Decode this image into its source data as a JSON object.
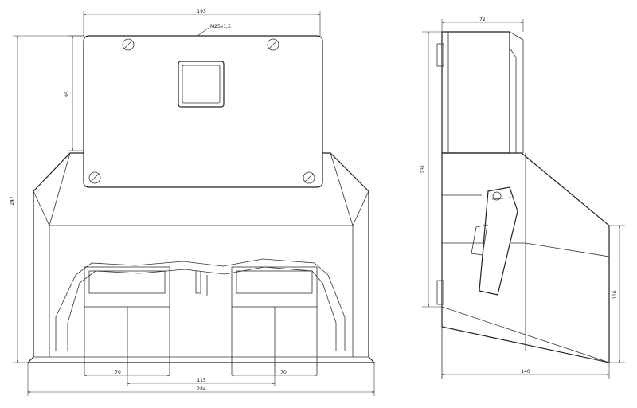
{
  "drawing": {
    "front_view": {
      "dimensions": {
        "top_width": "193",
        "thread_label": "M25x1,5",
        "window_height": "95",
        "total_height": "247",
        "left_slot": "70",
        "right_slot": "70",
        "slot_spacing": "115",
        "total_width": "284"
      }
    },
    "side_view": {
      "dimensions": {
        "top_depth": "72",
        "body_height": "231",
        "lower_height": "116",
        "base_depth": "140"
      }
    }
  }
}
